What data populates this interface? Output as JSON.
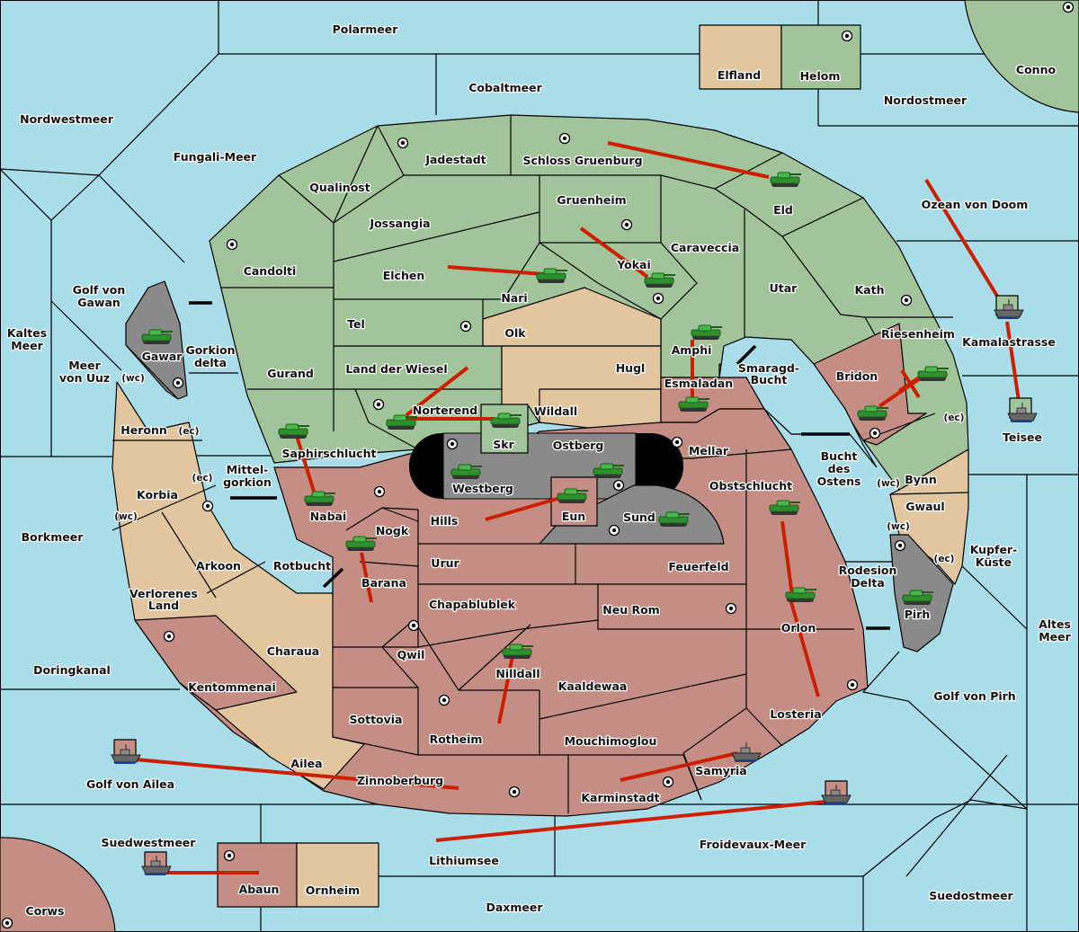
{
  "title": "Diplomacy-style map with orders",
  "colors": {
    "sea": "#a8dde9",
    "green_power": "#a2c49a",
    "red_power": "#c48e85",
    "neutral": "#e2c69f",
    "impassable": "#8a8a8a",
    "order_arrow": "#cc1e00",
    "tank": "#3aa53a"
  },
  "seas": [
    "Polarmeer",
    "Cobaltmeer",
    "Nordwestmeer",
    "Fungali-Meer",
    "Nordostmeer",
    "Ozean von Doom",
    "Golf von Gawan",
    "Kaltes Meer",
    "Meer von Uuz",
    "Gorkion delta",
    "Mittel-gorkion",
    "Borkmeer",
    "Rotbucht",
    "Doringkanal",
    "Golf von Ailea",
    "Suedwestmeer",
    "Lithiumsee",
    "Daxmeer",
    "Froidevaux-Meer",
    "Suedostmeer",
    "Golf von Pirh",
    "Altes Meer",
    "Kupfer-Küste",
    "Rodesion Delta",
    "Bucht des Ostens",
    "Smaragd-Bucht",
    "Kamalastrasse",
    "Teisee"
  ],
  "labels": {
    "polarmeer": "Polarmeer",
    "cobaltmeer": "Cobaltmeer",
    "nordwestmeer": "Nordwestmeer",
    "fungali": "Fungali-Meer",
    "nordostmeer": "Nordostmeer",
    "ozean": "Ozean von Doom",
    "golf_gawan_1": "Golf von",
    "golf_gawan_2": "Gawan",
    "kaltes_1": "Kaltes",
    "kaltes_2": "Meer",
    "uuz_1": "Meer",
    "uuz_2": "von Uuz",
    "gorkion_1": "Gorkion",
    "gorkion_2": "delta",
    "mittel_1": "Mittel-",
    "mittel_2": "gorkion",
    "borkmeer": "Borkmeer",
    "rotbucht": "Rotbucht",
    "doringkanal": "Doringkanal",
    "golf_ailea": "Golf von Ailea",
    "suedwestmeer": "Suedwestmeer",
    "lithiumsee": "Lithiumsee",
    "daxmeer": "Daxmeer",
    "froidevaux": "Froidevaux-Meer",
    "suedostmeer": "Suedostmeer",
    "golf_pirh": "Golf von Pirh",
    "altes_1": "Altes",
    "altes_2": "Meer",
    "kupfer_1": "Kupfer-",
    "kupfer_2": "Küste",
    "rodesion_1": "Rodesion",
    "rodesion_2": "Delta",
    "bucht_1": "Bucht",
    "bucht_2": "des",
    "bucht_3": "Ostens",
    "smaragd_1": "Smaragd-",
    "smaragd_2": "Bucht",
    "kamalastrasse": "Kamalastrasse",
    "teisee": "Teisee",
    "elfland": "Elfland",
    "helom": "Helom",
    "conno": "Conno",
    "jadestadt": "Jadestadt",
    "schloss": "Schloss Gruenburg",
    "qualinost": "Qualinost",
    "jossangia": "Jossangia",
    "gruenheim": "Gruenheim",
    "eld": "Eld",
    "candolti": "Candolti",
    "elchen": "Elchen",
    "nari": "Nari",
    "yokai": "Yokai",
    "caravaccia": "Caraveccia",
    "utar": "Utar",
    "kath": "Kath",
    "tel": "Tel",
    "olk": "Olk",
    "gurand": "Gurand",
    "land_wiesel": "Land der Wiesel",
    "hugl": "Hugl",
    "amphi": "Amphi",
    "riesenheim": "Riesenheim",
    "bridon": "Bridon",
    "esmaladan": "Esmaladan",
    "norterend": "Norterend",
    "skr": "Skr",
    "wildall": "Wildall",
    "gawar": "Gawar",
    "heronn": "Heronn",
    "saphirschlucht": "Saphirschlucht",
    "ostberg": "Ostberg",
    "mellar": "Mellar",
    "westberg": "Westberg",
    "eun": "Eun",
    "korbia": "Korbia",
    "nabai": "Nabai",
    "hills": "Hills",
    "sund": "Sund",
    "obstschlucht": "Obstschlucht",
    "bynn": "Bynn",
    "gwaul": "Gwaul",
    "nogk": "Nogk",
    "arkoon": "Arkoon",
    "urur": "Urur",
    "feuerfeld": "Feuerfeld",
    "barana": "Barana",
    "verlorenes_1": "Verlorenes",
    "verlorenes_2": "Land",
    "chapablublek": "Chapablublek",
    "neu_rom": "Neu Rom",
    "orlon": "Orlon",
    "pirh": "Pirh",
    "charaua": "Charaua",
    "qwil": "Qwil",
    "nilldall": "Nilldall",
    "kentommenai": "Kentommenai",
    "kaaldewaa": "Kaaldewaa",
    "losteria": "Losteria",
    "sottovia": "Sottovia",
    "rotheim": "Rotheim",
    "mouchimoglou": "Mouchimoglou",
    "ailea": "Ailea",
    "samyria": "Samyria",
    "zinnoberburg": "Zinnoberburg",
    "karminstadt": "Karminstadt",
    "abaun": "Abaun",
    "ornheim": "Ornheim",
    "corws": "Corws"
  },
  "coast_tags": {
    "wc": "(wc)",
    "ec": "(ec)"
  },
  "units": {
    "armies": [
      "Gawar",
      "Eld",
      "Nari",
      "Yokai",
      "Amphi",
      "Esmaladan",
      "Riesenheim",
      "Bridon",
      "Norterend",
      "Skr",
      "Saphirschlucht",
      "Westberg",
      "Ostberg",
      "Eun",
      "Sund",
      "Nabai",
      "Nogk",
      "Obstschlucht",
      "Orlon",
      "Pirh",
      "Nilldall"
    ],
    "fleets": [
      "Kamalastrasse",
      "Teisee",
      "Golf von Ailea",
      "Suedwestmeer",
      "Samyria",
      "Froidevaux-Meer"
    ]
  }
}
